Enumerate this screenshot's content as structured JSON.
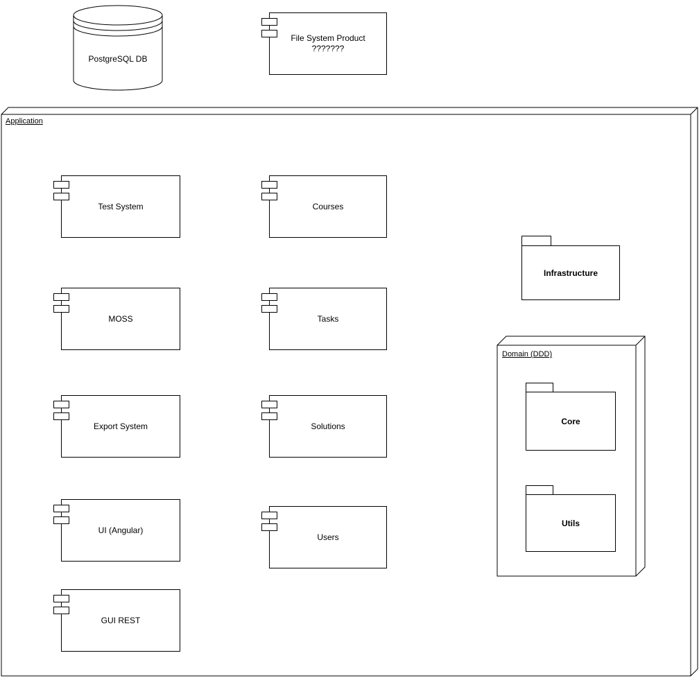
{
  "diagram": {
    "database": {
      "label": "PostgreSQL DB"
    },
    "file_system_component": {
      "line1": "File System Product",
      "line2": "???????"
    },
    "application_node": {
      "label": "Application",
      "components": [
        {
          "label": "Test System"
        },
        {
          "label": "Courses"
        },
        {
          "label": "MOSS"
        },
        {
          "label": "Tasks"
        },
        {
          "label": "Export System"
        },
        {
          "label": "Solutions"
        },
        {
          "label": "UI (Angular)"
        },
        {
          "label": "Users"
        },
        {
          "label": "GUI REST"
        }
      ],
      "infrastructure_package": {
        "label": "Infrastructure"
      },
      "domain_node": {
        "label": "Domain (DDD)",
        "packages": [
          {
            "label": "Core"
          },
          {
            "label": "Utils"
          }
        ]
      }
    },
    "colors": {
      "stroke": "#000000",
      "fill": "#ffffff"
    }
  }
}
